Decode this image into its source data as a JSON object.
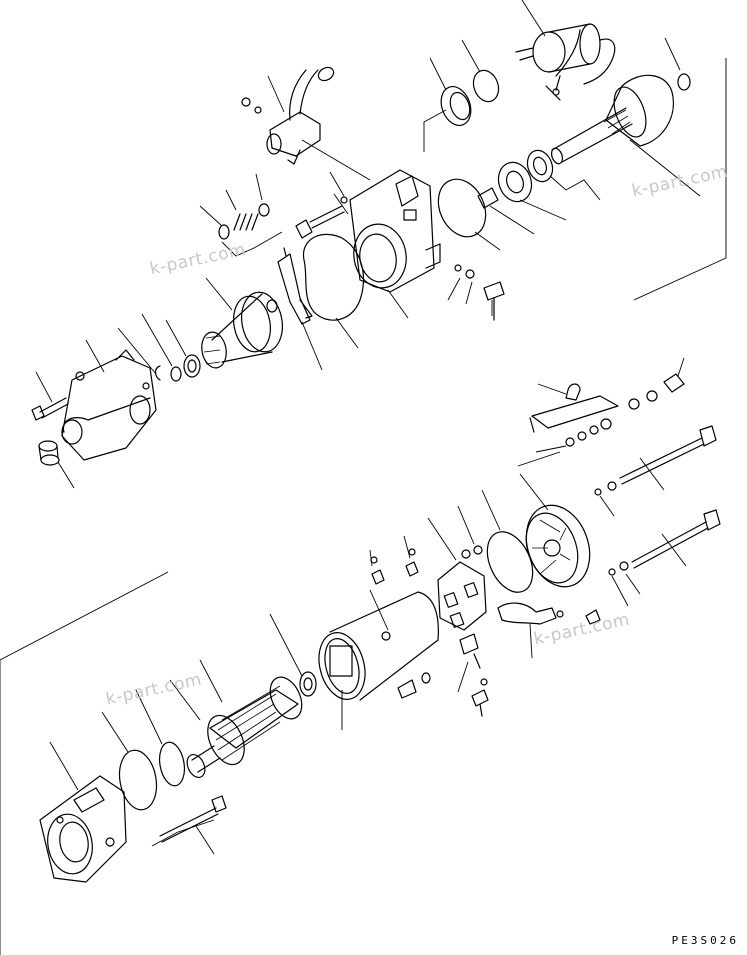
{
  "watermarks": [
    "k-part.com",
    "k-part.com",
    "k-part.com",
    "k-part.com"
  ],
  "drawing_code": "PE3S026",
  "colors": {
    "line": "#000000",
    "watermark": "#c8c8c8",
    "background": "#ffffff"
  }
}
